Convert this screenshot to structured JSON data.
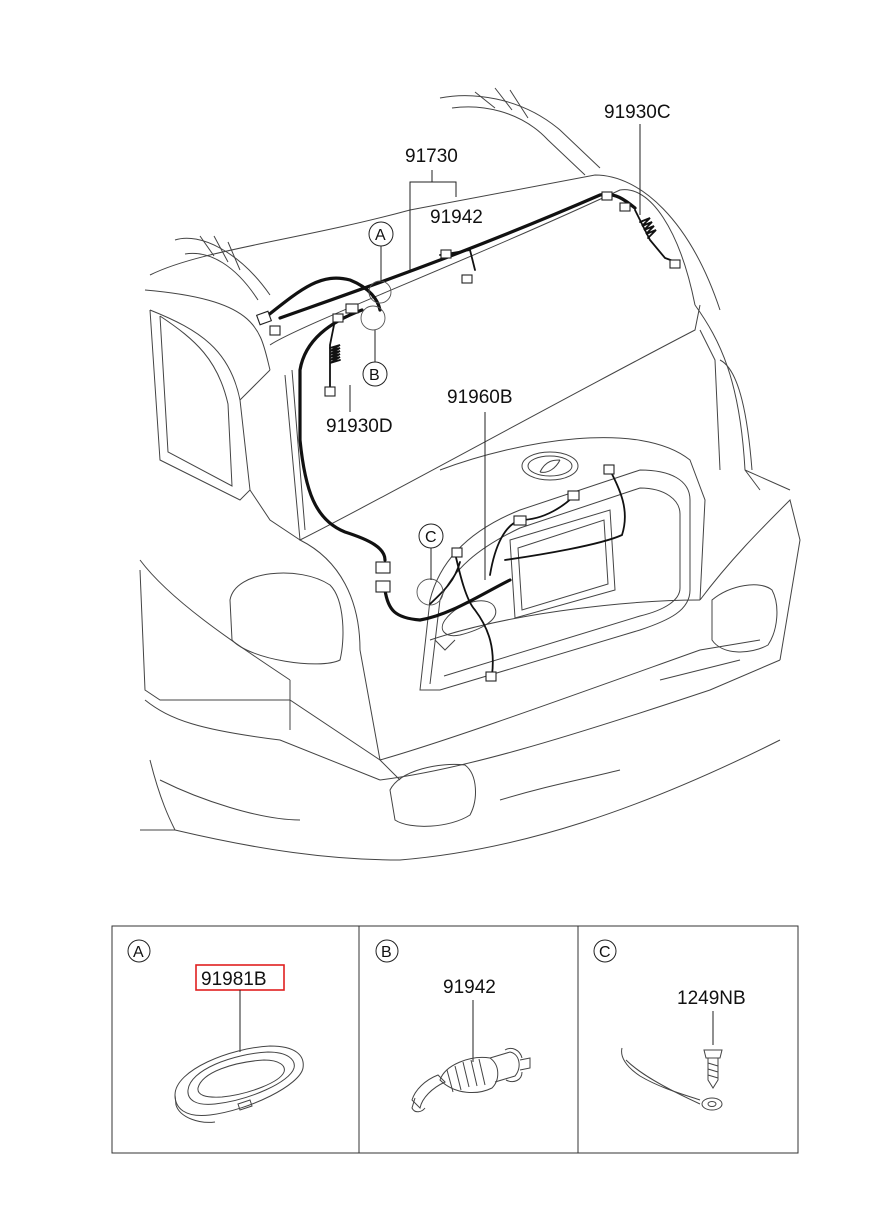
{
  "main_diagram": {
    "labels": {
      "p91930C": "91930C",
      "p91730": "91730",
      "p91942": "91942",
      "p91930D": "91930D",
      "p91960B": "91960B"
    },
    "callouts": {
      "a": "A",
      "b": "B",
      "c": "C"
    }
  },
  "detail_table": {
    "panels": [
      {
        "letter": "A",
        "part": "91981B",
        "highlighted": true
      },
      {
        "letter": "B",
        "part": "91942",
        "highlighted": false
      },
      {
        "letter": "C",
        "part": "1249NB",
        "highlighted": false
      }
    ]
  },
  "colors": {
    "highlight": "#e02020",
    "line": "#444444",
    "harness": "#111111"
  }
}
